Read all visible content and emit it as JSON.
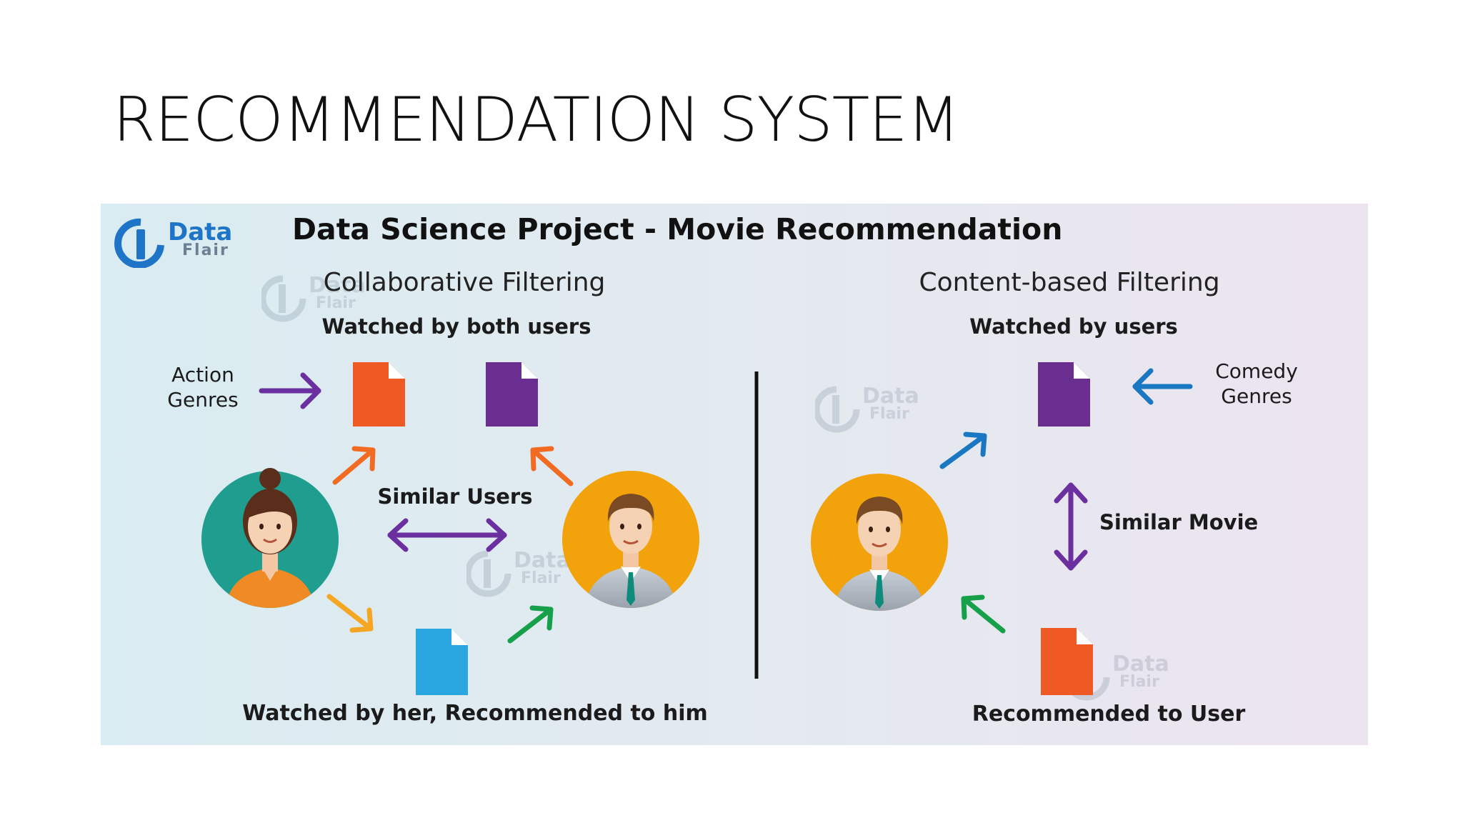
{
  "slide": {
    "title": "RECOMMENDATION SYSTEM"
  },
  "infographic": {
    "logo": {
      "line1": "Data",
      "line2": "Flair"
    },
    "title": "Data Science Project - Movie Recommendation",
    "collaborative": {
      "heading": "Collaborative Filtering",
      "watched_label": "Watched by both users",
      "genre_label_1": "Action",
      "genre_label_2": "Genres",
      "similar_label": "Similar Users",
      "bottom_label": "Watched by her, Recommended to him"
    },
    "content_based": {
      "heading": "Content-based Filtering",
      "watched_label": "Watched by users",
      "genre_label_1": "Comedy",
      "genre_label_2": "Genres",
      "similar_label": "Similar Movie",
      "bottom_label": "Recommended to User"
    },
    "watermark": {
      "line1": "Data",
      "line2": "Flair"
    },
    "colors": {
      "orange_doc": "#ef5a24",
      "purple_doc": "#6a2e91",
      "blue_doc": "#2aa6e0",
      "teal_avatar": "#1f9e8f",
      "gold_avatar": "#f2a20b",
      "purple_arrow": "#6b2fa0",
      "orange_arrow": "#f26b23",
      "green_arrow": "#16a04a",
      "blue_arrow": "#1a78c2",
      "logo_blue": "#1e74c6"
    }
  }
}
